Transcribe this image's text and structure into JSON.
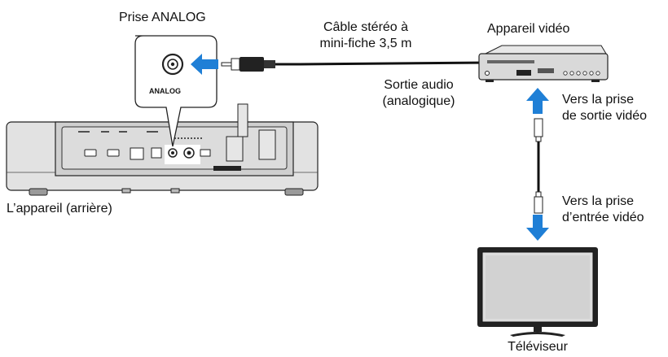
{
  "labels": {
    "prise_analog": "Prise ANALOG",
    "cable_line1": "Câble stéréo à",
    "cable_line2": "mini-fiche 3,5 m",
    "appareil_video": "Appareil vidéo",
    "sortie_audio_line1": "Sortie audio",
    "sortie_audio_line2": "(analogique)",
    "vers_sortie_line1": "Vers la prise",
    "vers_sortie_line2": "de sortie vidéo",
    "vers_entree_line1": "Vers la prise",
    "vers_entree_line2": "d’entrée vidéo",
    "appareil_arriere": "L’appareil (arrière)",
    "televiseur": "Téléviseur",
    "jack_label": "ANALOG"
  },
  "colors": {
    "arrow_blue": "#1f7fd6",
    "device_gray": "#d9d9d9",
    "outline": "#222222",
    "cable": "#111111"
  }
}
